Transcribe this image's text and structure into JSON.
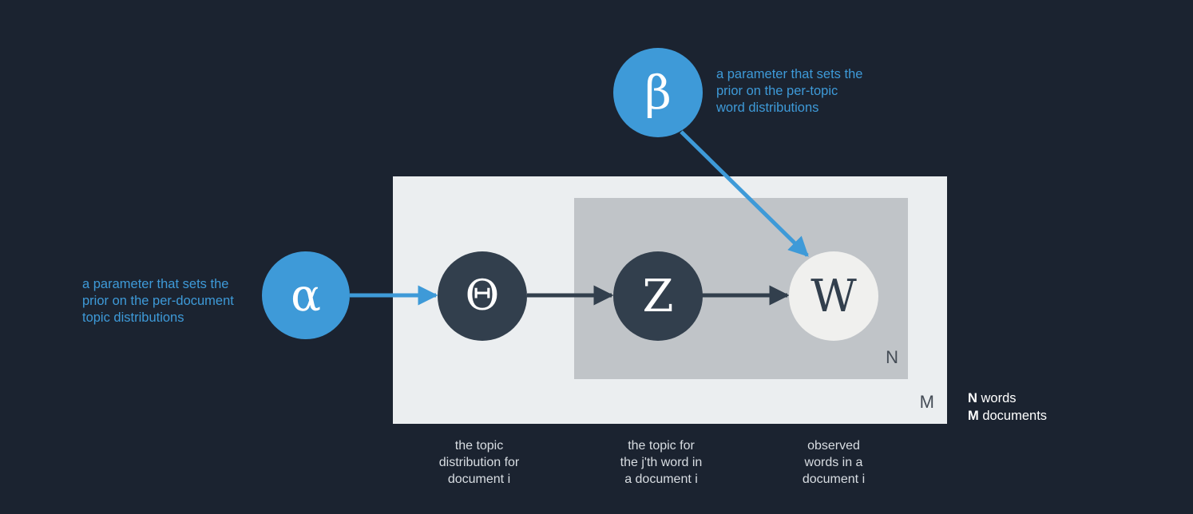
{
  "nodes": {
    "alpha": {
      "symbol": "α",
      "color": "#3e9ad8"
    },
    "beta": {
      "symbol": "β",
      "color": "#3e9ad8"
    },
    "theta": {
      "symbol": "Θ",
      "color": "#323f4d"
    },
    "z": {
      "symbol": "Z",
      "color": "#323f4d"
    },
    "w": {
      "symbol": "W",
      "color": "#f0f0ee"
    }
  },
  "plates": {
    "m_label": "M",
    "n_label": "N"
  },
  "notes": {
    "alpha": "a parameter that sets the\nprior on the per-document\ntopic distributions",
    "beta": "a parameter that sets the\nprior on the per-topic\nword distributions"
  },
  "captions": {
    "theta": "the topic\ndistribution for\ndocument i",
    "z": "the topic for\nthe j'th word in\na document i",
    "w": "observed\nwords in a\ndocument i"
  },
  "legend": {
    "n_key": "N",
    "n_text": " words",
    "m_key": "M",
    "m_text": " documents"
  },
  "edges": [
    {
      "from": "alpha",
      "to": "theta",
      "color": "#3e9ad8"
    },
    {
      "from": "theta",
      "to": "z",
      "color": "#323f4d"
    },
    {
      "from": "z",
      "to": "w",
      "color": "#323f4d"
    },
    {
      "from": "beta",
      "to": "w",
      "color": "#3e9ad8"
    }
  ]
}
